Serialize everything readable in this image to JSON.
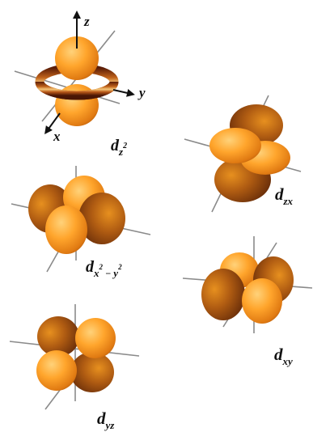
{
  "axes": {
    "z": "z",
    "y": "y",
    "x": "x"
  },
  "orbitals": [
    {
      "main": "d",
      "sub": "z",
      "sup": "2"
    },
    {
      "main": "d",
      "sub": "zx"
    },
    {
      "main": "d",
      "sub": "x",
      "sup1": "2",
      "minus": " − ",
      "sub2": "y",
      "sup2": "2"
    },
    {
      "main": "d",
      "sub": "xy"
    },
    {
      "main": "d",
      "sub": "yz"
    }
  ],
  "colors": {
    "lobe_light": "#ffc55a",
    "lobe_mid": "#f08a1e",
    "lobe_dark": "#8b3a10",
    "axis": "#8a8a8a"
  }
}
